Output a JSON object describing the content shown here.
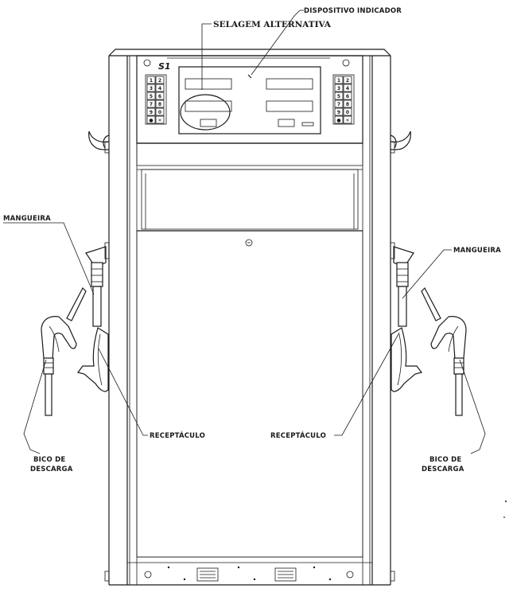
{
  "brand_mark": "S1",
  "labels": {
    "dispositivo_indicador": "DISPOSITIVO INDICADOR",
    "selagem_alternativa": "SELAGEM ALTERNATIVA",
    "mangueira_left": "MANGUEIRA",
    "mangueira_right": "MANGUEIRA",
    "receptaculo_left": "RECEPTÁCULO",
    "receptaculo_right": "RECEPTÁCULO",
    "bico_left_line1": "BICO DE",
    "bico_left_line2": "DESCARGA",
    "bico_right_line1": "BICO DE",
    "bico_right_line2": "DESCARGA"
  },
  "keypad_left": [
    "1",
    "2",
    "3",
    "4",
    "5",
    "6",
    "7",
    "8",
    "9",
    "0",
    "●",
    "✕"
  ],
  "keypad_right": [
    "1",
    "2",
    "3",
    "4",
    "5",
    "6",
    "7",
    "8",
    "9",
    "0",
    "●",
    "✕"
  ]
}
